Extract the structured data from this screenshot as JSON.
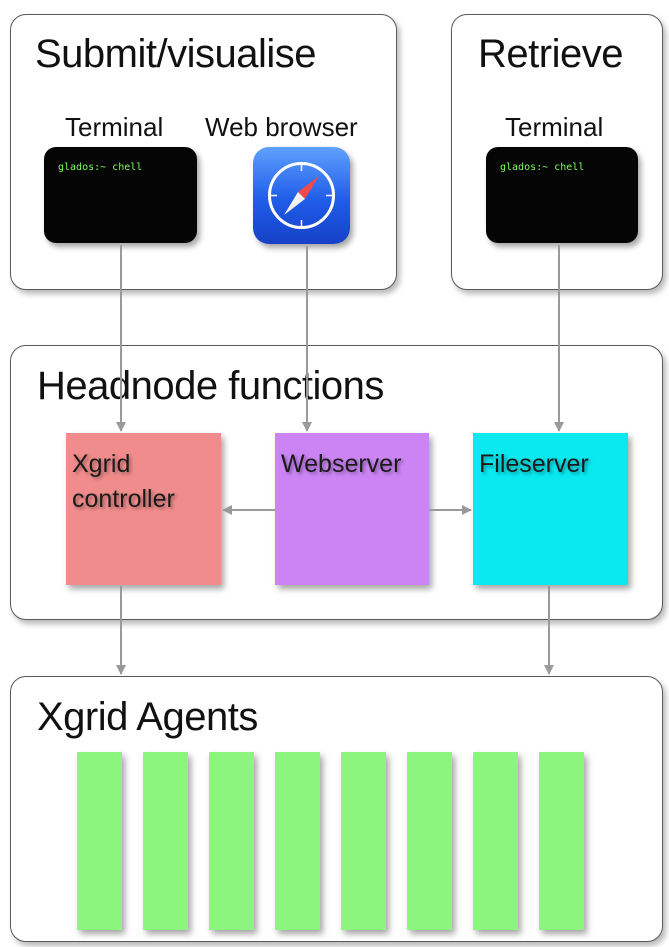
{
  "panels": {
    "submit": {
      "title": "Submit/visualise",
      "terminal_label": "Terminal",
      "browser_label": "Web browser",
      "prompt": "glados:~ chell"
    },
    "retrieve": {
      "title": "Retrieve",
      "terminal_label": "Terminal",
      "prompt": "glados:~ chell"
    },
    "headnode": {
      "title": "Headnode functions",
      "xgrid_line1": "Xgrid",
      "xgrid_line2": "controller",
      "webserver": "Webserver",
      "fileserver": "Fileserver"
    },
    "agents": {
      "title": "Xgrid Agents",
      "count": 8
    }
  },
  "colors": {
    "xgrid_controller": "#f08c8c",
    "webserver": "#cc84f5",
    "fileserver": "#0ae8f0",
    "agent": "#8bf57e",
    "arrow": "#9a9a9a"
  },
  "icons": {
    "browser": "safari-compass-icon"
  }
}
